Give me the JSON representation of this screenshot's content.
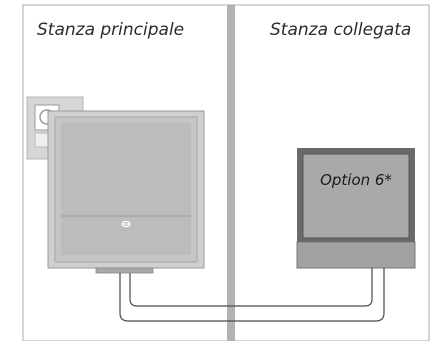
{
  "rooms": {
    "main_title": "Stanza principale",
    "linked_title": "Stanza collegata"
  },
  "linked_room": {
    "tv_screen_label": "Option 6*"
  },
  "colors": {
    "divider": "#b2b2b2",
    "frame": "#c7c7c7",
    "tv_body": "#d4d4d4",
    "tv_inner": "#bdbdbd",
    "dark_bezel": "#6a6a6a",
    "small_screen": "#a9a9a9",
    "cable": "#4a4a4a"
  }
}
